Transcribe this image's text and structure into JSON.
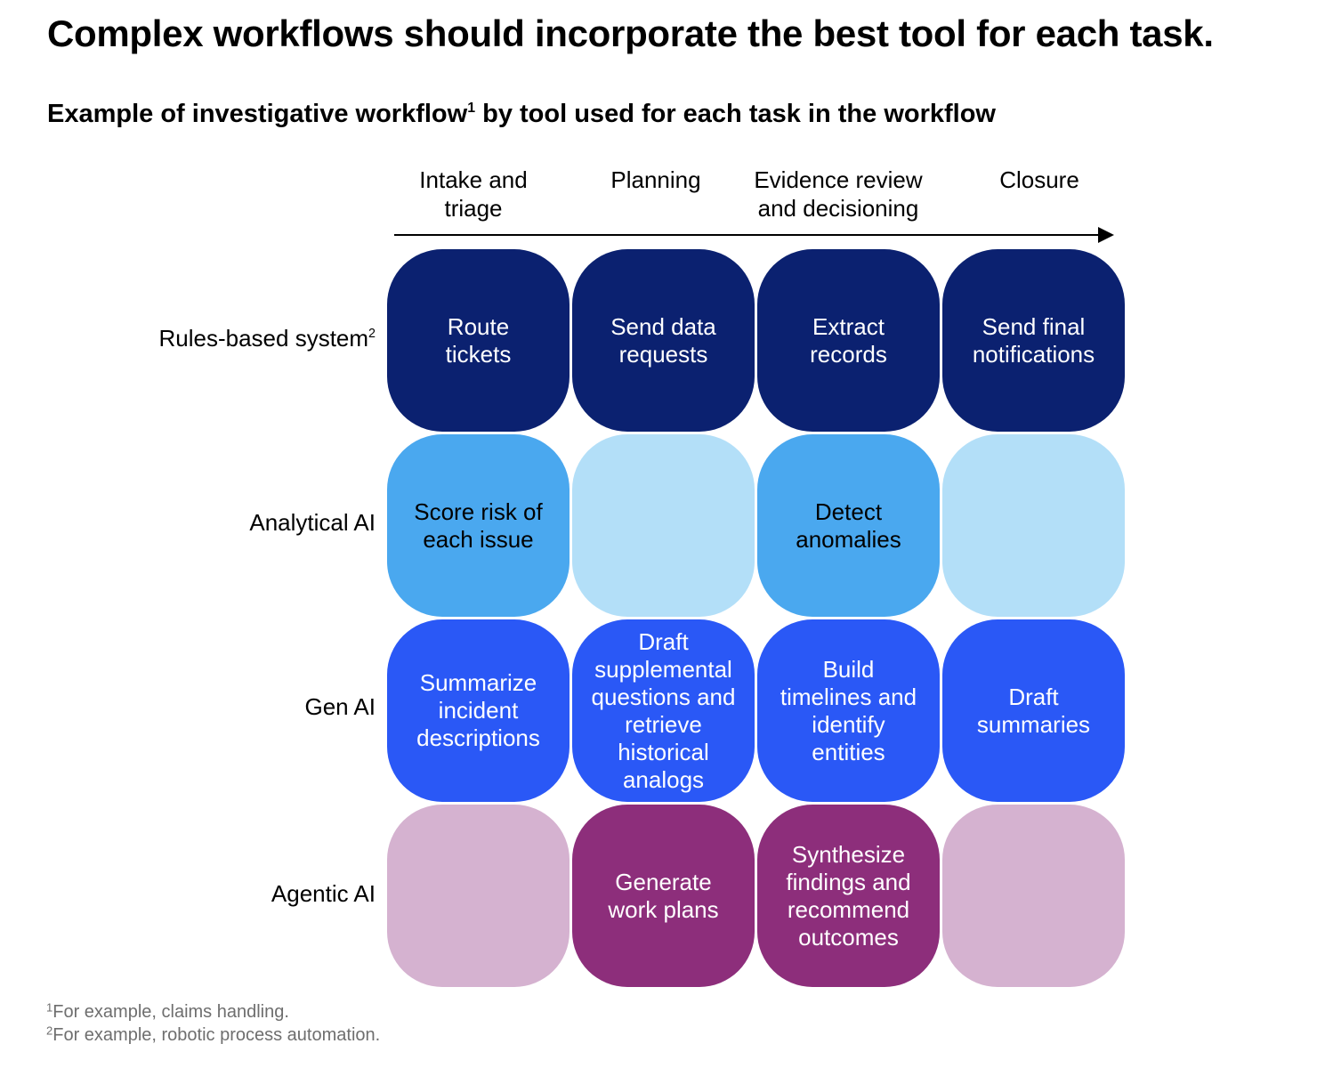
{
  "title": "Complex workflows should incorporate the best tool for each task.",
  "subtitle": {
    "text": "Example of investigative workflow",
    "sup": "1",
    "rest": " by tool used for each task in the workflow"
  },
  "stages": [
    "Intake and\ntriage",
    "Planning",
    "Evidence review\nand decisioning",
    "Closure"
  ],
  "rows": [
    {
      "label": "Rules-based system",
      "sup": "2",
      "cells": [
        {
          "text": "Route\ntickets",
          "bg": "#0b2170",
          "fg": "#ffffff"
        },
        {
          "text": "Send data\nrequests",
          "bg": "#0b2170",
          "fg": "#ffffff"
        },
        {
          "text": "Extract\nrecords",
          "bg": "#0b2170",
          "fg": "#ffffff"
        },
        {
          "text": "Send final\nnotifications",
          "bg": "#0b2170",
          "fg": "#ffffff"
        }
      ]
    },
    {
      "label": "Analytical AI",
      "sup": "",
      "cells": [
        {
          "text": "Score risk of\neach issue",
          "bg": "#4aa8ef",
          "fg": "#000000"
        },
        {
          "text": "",
          "bg": "#b3dff8",
          "fg": "#000000"
        },
        {
          "text": "Detect\nanomalies",
          "bg": "#4aa8ef",
          "fg": "#000000"
        },
        {
          "text": "",
          "bg": "#b3dff8",
          "fg": "#000000"
        }
      ]
    },
    {
      "label": "Gen AI",
      "sup": "",
      "cells": [
        {
          "text": "Summarize\nincident\ndescriptions",
          "bg": "#2a58f6",
          "fg": "#ffffff"
        },
        {
          "text": "Draft\nsupplemental\nquestions and\nretrieve\nhistorical\nanalogs",
          "bg": "#2a58f6",
          "fg": "#ffffff"
        },
        {
          "text": "Build\ntimelines and\nidentify\nentities",
          "bg": "#2a58f6",
          "fg": "#ffffff"
        },
        {
          "text": "Draft\nsummaries",
          "bg": "#2a58f6",
          "fg": "#ffffff"
        }
      ]
    },
    {
      "label": "Agentic AI",
      "sup": "",
      "cells": [
        {
          "text": "",
          "bg": "#d5b2d0",
          "fg": "#ffffff"
        },
        {
          "text": "Generate\nwork plans",
          "bg": "#8d2e7b",
          "fg": "#ffffff"
        },
        {
          "text": "Synthesize\nfindings and\nrecommend\noutcomes",
          "bg": "#8d2e7b",
          "fg": "#ffffff"
        },
        {
          "text": "",
          "bg": "#d5b2d0",
          "fg": "#ffffff"
        }
      ]
    }
  ],
  "footnotes": [
    {
      "sup": "1",
      "text": "For example, claims handling."
    },
    {
      "sup": "2",
      "text": "For example, robotic process automation."
    }
  ]
}
